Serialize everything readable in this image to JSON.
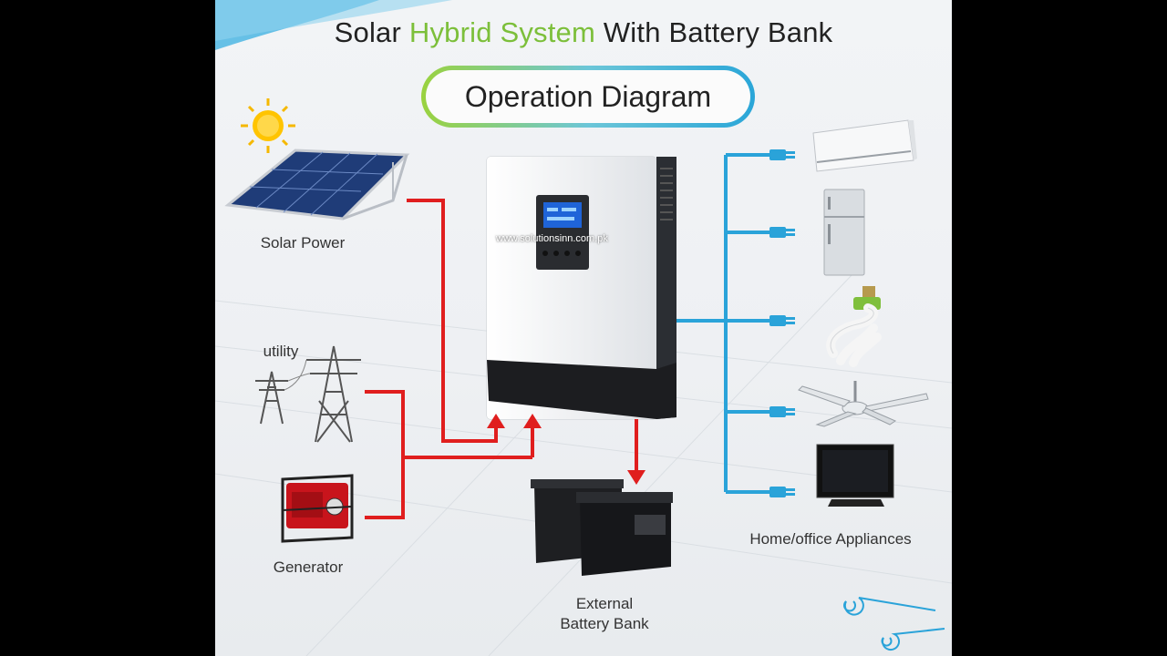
{
  "header": {
    "title_part1": "Solar",
    "title_part2": "Hybrid System",
    "title_part3": "With Battery Bank",
    "subtitle": "Operation Diagram"
  },
  "watermark": "www.solutionsinn.com.pk",
  "labels": {
    "solar": "Solar Power",
    "utility": "utility",
    "generator": "Generator",
    "battery_line1": "External",
    "battery_line2": "Battery Bank",
    "appliances": "Home/office Appliances"
  },
  "colors": {
    "input_line": "#e01e1e",
    "output_line": "#2aa3d9",
    "accent_green": "#7cbf3a"
  }
}
